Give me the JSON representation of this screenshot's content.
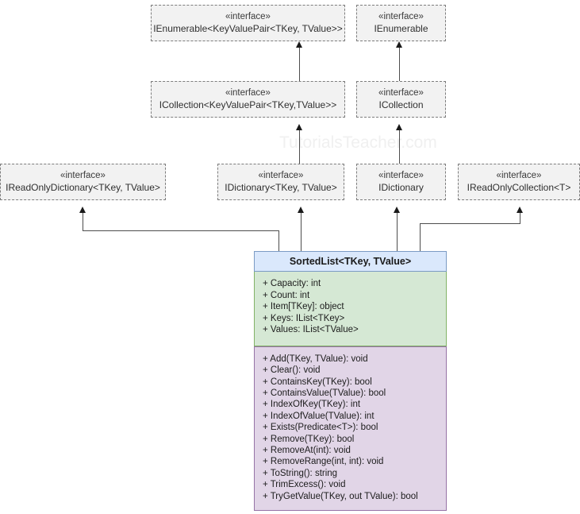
{
  "diagram": {
    "title": "SortedList<TKey, TValue> UML class diagram",
    "watermark": "TutorialsTeacher.com",
    "stereotype": "«interface»",
    "colors": {
      "interface_fill": "#f2f2f2",
      "interface_border": "#7d7d7d",
      "class_header_fill": "#dae8fc",
      "class_header_border": "#7b9bc4",
      "class_props_fill": "#d5e8d4",
      "class_props_border": "#82b366",
      "class_methods_fill": "#e1d5e7",
      "class_methods_border": "#9673a6",
      "connector": "#4d4d4d",
      "watermark": "#f0f0f0"
    }
  },
  "interfaces": [
    {
      "id": "ienumerable-kvp",
      "stereotype": "«interface»",
      "name": "IEnumerable<KeyValuePair<TKey, TValue>>"
    },
    {
      "id": "ienumerable",
      "stereotype": "«interface»",
      "name": "IEnumerable"
    },
    {
      "id": "icollection-kvp",
      "stereotype": "«interface»",
      "name": "ICollection<KeyValuePair<TKey,TValue>>"
    },
    {
      "id": "icollection",
      "stereotype": "«interface»",
      "name": "ICollection"
    },
    {
      "id": "ireadonlydictionary",
      "stereotype": "«interface»",
      "name": "IReadOnlyDictionary<TKey, TValue>"
    },
    {
      "id": "idictionary-generic",
      "stereotype": "«interface»",
      "name": "IDictionary<TKey, TValue>"
    },
    {
      "id": "idictionary",
      "stereotype": "«interface»",
      "name": "IDictionary"
    },
    {
      "id": "ireadonlycollection",
      "stereotype": "«interface»",
      "name": "IReadOnlyCollection<T>"
    }
  ],
  "class": {
    "name": "SortedList<TKey, TValue>",
    "properties": [
      "+ Capacity: int",
      "+ Count: int",
      "+ Item[TKey]: object",
      "+ Keys: IList<TKey>",
      "+ Values: IList<TValue>"
    ],
    "methods": [
      "+ Add(TKey, TValue): void",
      "+ Clear(): void",
      "+ ContainsKey(TKey): bool",
      "+ ContainsValue(TValue): bool",
      "+ IndexOfKey(TKey): int",
      "+ IndexOfValue(TValue): int",
      "+ Exists(Predicate<T>): bool",
      "+ Remove(TKey): bool",
      "+ RemoveAt(int): void",
      "+ RemoveRange(int, int): void",
      "+ ToString(): string",
      "+ TrimExcess(): void",
      "+ TryGetValue(TKey, out TValue): bool"
    ]
  }
}
